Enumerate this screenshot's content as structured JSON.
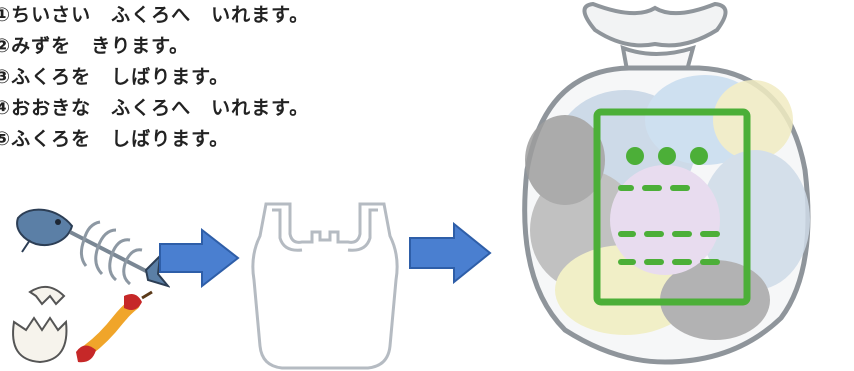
{
  "steps": [
    "①ちいさい　ふくろへ　いれます。",
    "②みずを　きります。",
    "③ふくろを　しばります。",
    "④おおきな　ふくろへ　いれます。",
    "⑤ふくろを　しばります。"
  ],
  "colors": {
    "arrow": "#4a7fd0",
    "note_green": "#4caf38",
    "bag_outline": "#9aa0a6"
  },
  "icons": {
    "garbage": "fish-bone-eggshell-apple-core-icon",
    "small_bag": "plastic-bag-icon",
    "big_bag": "garbage-bag-icon"
  }
}
